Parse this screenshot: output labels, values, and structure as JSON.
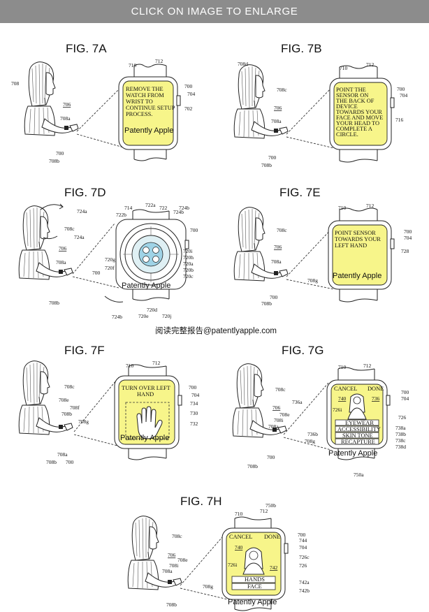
{
  "banner": {
    "text": "CLICK ON IMAGE TO ENLARGE"
  },
  "source_watermark": "阅读完整报告@patentlyapple.com",
  "screen_watermark": "Patently Apple",
  "colors": {
    "screen_fill": "#f7f58a",
    "banner_bg": "#8c8c8c",
    "line": "#222222"
  },
  "panels": [
    {
      "id": "7A",
      "label": "FIG. 7A",
      "screen_lines": [
        "REMOVE THE",
        "WATCH FROM",
        "WRIST TO",
        "CONTINUE SETUP",
        "PROCESS."
      ],
      "refs": [
        "708",
        "706",
        "708a",
        "700",
        "708b",
        "710",
        "712",
        "700",
        "704",
        "702"
      ]
    },
    {
      "id": "7B",
      "label": "FIG. 7B",
      "screen_lines": [
        "POINT THE",
        "SENSOR ON",
        "THE BACK OF",
        "DEVICE",
        "TOWARDS YOUR",
        "FACE AND MOVE",
        "YOUR HEAD TO",
        "COMPLETE A",
        "CIRCLE."
      ],
      "refs": [
        "708d",
        "708c",
        "706",
        "708a",
        "700",
        "708b",
        "710",
        "712",
        "700",
        "704",
        "716"
      ]
    },
    {
      "id": "7D",
      "label": "FIG. 7D",
      "refs": [
        "724a",
        "708c",
        "724a",
        "706",
        "708a",
        "700",
        "708b",
        "724b",
        "714",
        "722a",
        "722",
        "724b",
        "722b",
        "700",
        "720i",
        "720h",
        "720a",
        "720b",
        "720c",
        "720g",
        "720f",
        "720d",
        "720e",
        "720j",
        "724b"
      ]
    },
    {
      "id": "7E",
      "label": "FIG. 7E",
      "screen_lines": [
        "POINT SENSOR",
        "TOWARDS YOUR",
        "LEFT HAND"
      ],
      "refs": [
        "708c",
        "706",
        "708a",
        "700",
        "708b",
        "708g",
        "710",
        "712",
        "700",
        "704",
        "728"
      ]
    },
    {
      "id": "7F",
      "label": "FIG. 7F",
      "screen_lines": [
        "TURN OVER LEFT",
        "HAND"
      ],
      "refs": [
        "708c",
        "708e",
        "708f",
        "708b",
        "708g",
        "708b",
        "708a",
        "700",
        "710",
        "712",
        "700",
        "704",
        "734",
        "730",
        "732"
      ]
    },
    {
      "id": "7G",
      "label": "FIG. 7G",
      "screen": {
        "cancel": "CANCEL",
        "done": "DONE",
        "ref_left": "740",
        "ref_right": "736",
        "ref_person": "726i",
        "options": [
          "EYEWEAR",
          "ACCESSIBILITY",
          "SKIN TONE",
          "RECAPTURE"
        ]
      },
      "refs": [
        "708c",
        "736a",
        "706",
        "708e",
        "708i",
        "708a",
        "736b",
        "708g",
        "700",
        "708b",
        "710",
        "712",
        "700",
        "704",
        "726",
        "738a",
        "738b",
        "738c",
        "738d",
        "750a"
      ]
    },
    {
      "id": "7H",
      "label": "FIG. 7H",
      "screen": {
        "cancel": "CANCEL",
        "done": "DONE",
        "ref_left": "740",
        "ref_person": "726i",
        "ref_right": "742",
        "options": [
          "HANDS",
          "FACE"
        ]
      },
      "refs": [
        "708c",
        "706",
        "708e",
        "708i",
        "708a",
        "708g",
        "708b",
        "710",
        "750b",
        "712",
        "700",
        "744",
        "704",
        "726c",
        "726",
        "742a",
        "742b"
      ]
    }
  ]
}
